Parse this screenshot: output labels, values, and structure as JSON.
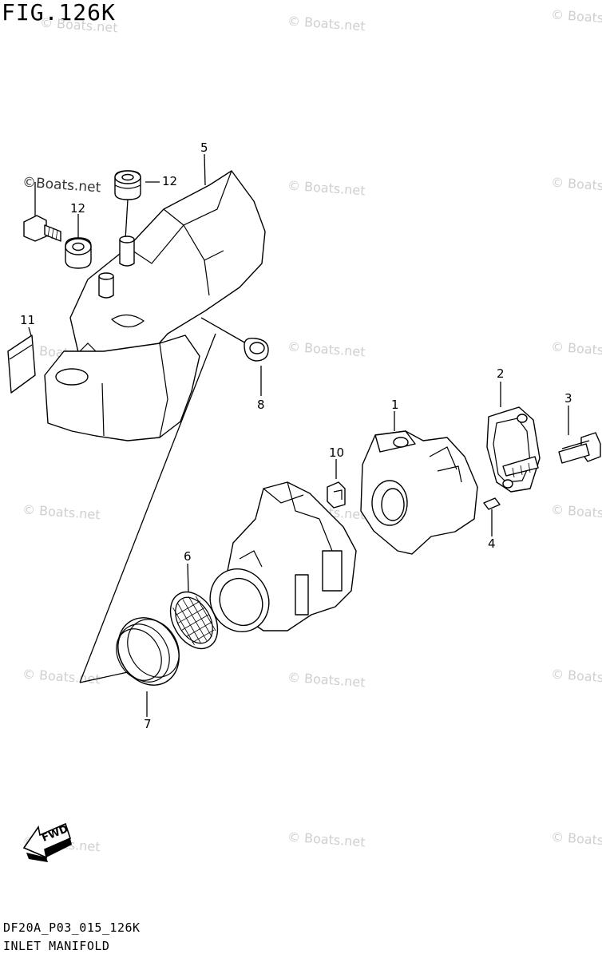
{
  "figure": {
    "title": "FIG.126K",
    "code": "DF20A_P03_015_126K",
    "name": "INLET MANIFOLD"
  },
  "watermark": {
    "text": "© Boats.net",
    "highlight_text": "©Boats.net"
  },
  "callouts": [
    {
      "id": "c1",
      "label": "1"
    },
    {
      "id": "c2",
      "label": "2"
    },
    {
      "id": "c3",
      "label": "3"
    },
    {
      "id": "c4",
      "label": "4"
    },
    {
      "id": "c5",
      "label": "5"
    },
    {
      "id": "c6",
      "label": "6"
    },
    {
      "id": "c7",
      "label": "7"
    },
    {
      "id": "c8",
      "label": "8"
    },
    {
      "id": "c10",
      "label": "10"
    },
    {
      "id": "c11",
      "label": "11"
    },
    {
      "id": "c12a",
      "label": "12"
    },
    {
      "id": "c12b",
      "label": "12"
    }
  ],
  "fwd_arrow": {
    "label": "FWD"
  }
}
